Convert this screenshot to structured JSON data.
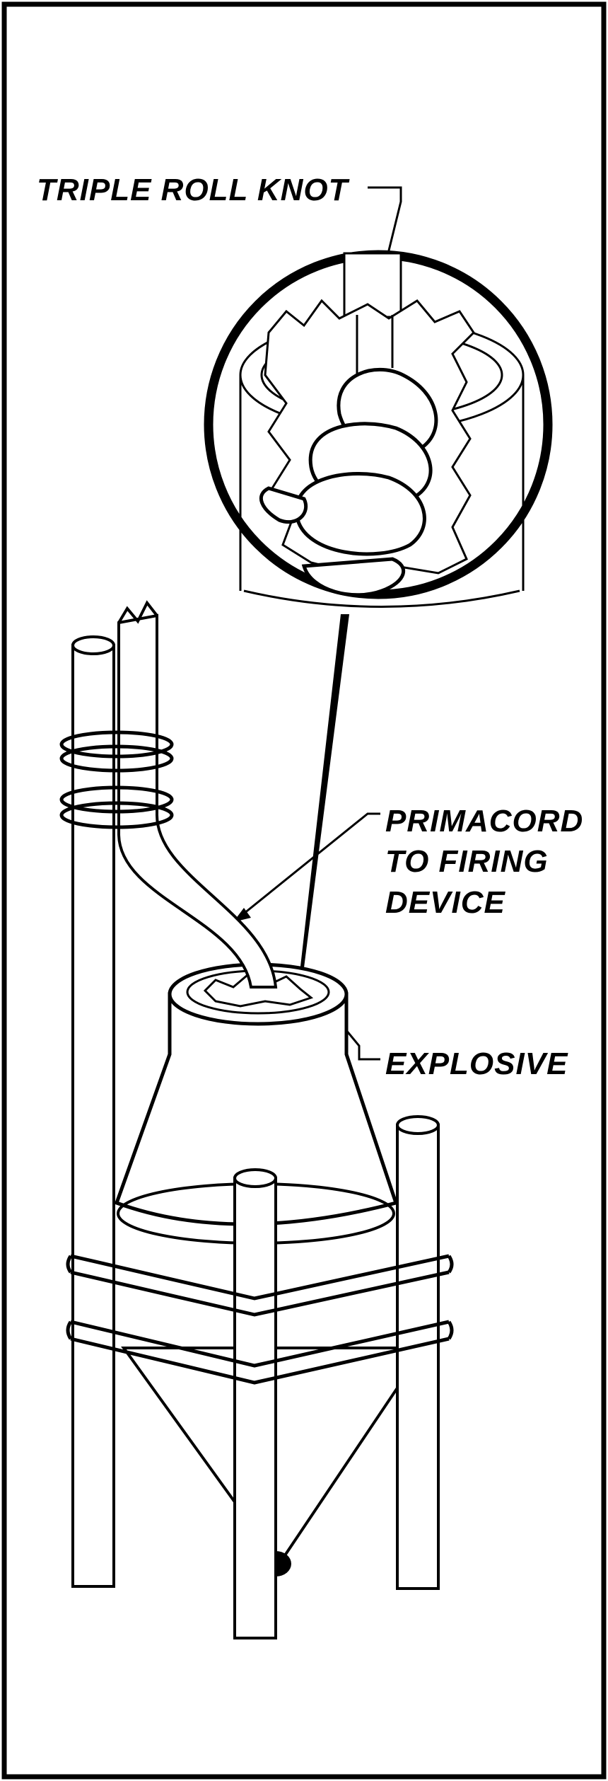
{
  "labels": {
    "knot": "TRIPLE ROLL KNOT",
    "primacord_line1": "PRIMACORD",
    "primacord_line2": "TO FIRING",
    "primacord_line3": "DEVICE",
    "explosive": "EXPLOSIVE"
  },
  "colors": {
    "ink": "#000000",
    "paper": "#ffffff"
  }
}
